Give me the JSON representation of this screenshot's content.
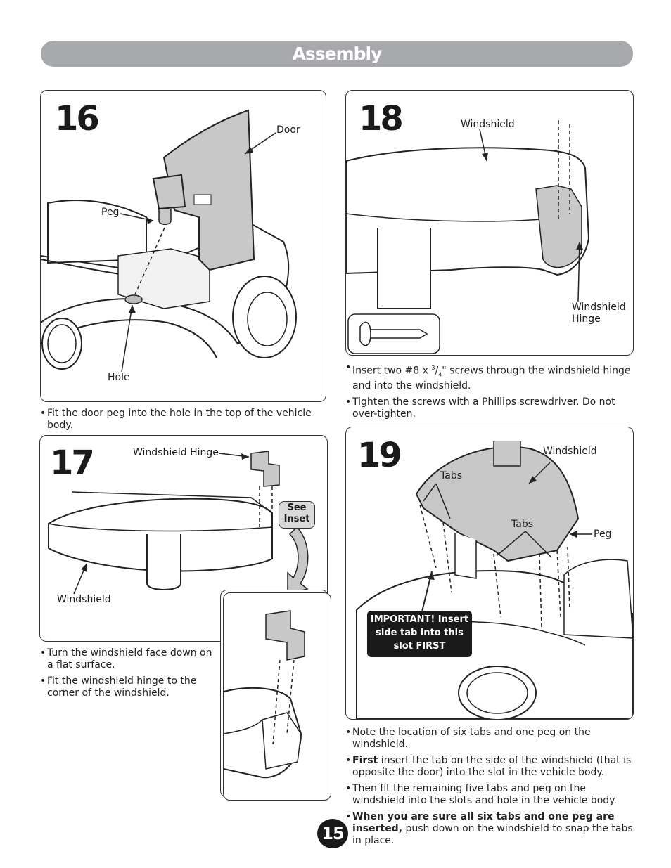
{
  "header": {
    "title": "Assembly"
  },
  "steps": {
    "s16": {
      "number": "16",
      "labels": {
        "door": "Door",
        "peg": "Peg",
        "hole": "Hole"
      },
      "bullets": [
        "Fit the door peg into the hole in the top of the vehicle body."
      ]
    },
    "s17": {
      "number": "17",
      "labels": {
        "hinge": "Windshield Hinge",
        "windshield": "Windshield",
        "see_inset": "See Inset"
      },
      "bullets": [
        "Turn the windshield face down on a flat surface.",
        "Fit the windshield hinge to the corner of the windshield."
      ]
    },
    "s18": {
      "number": "18",
      "labels": {
        "windshield": "Windshield",
        "hinge": "Windshield Hinge"
      },
      "bullet1_pre": "Insert two #8 x ",
      "bullet1_frac_num": "3",
      "bullet1_frac_den": "4",
      "bullet1_post": "\" screws through the windshield hinge and into the windshield.",
      "bullet2": "Tighten the screws with a Phillips screwdriver. Do not over-tighten."
    },
    "s19": {
      "number": "19",
      "labels": {
        "windshield": "Windshield",
        "tabs1": "Tabs",
        "tabs2": "Tabs",
        "peg": "Peg"
      },
      "important": "IMPORTANT! Insert side tab into this slot FIRST",
      "bullet1": "Note the location of six tabs and one peg on the windshield.",
      "bullet2_bold": "First",
      "bullet2_rest": " insert the tab on the side of the windshield (that is opposite the door) into the slot in the vehicle body.",
      "bullet3": "Then fit the remaining five tabs and peg on the windshield into the slots and hole in the vehicle body.",
      "bullet4_bold": "When you are sure all six tabs and one peg are inserted,",
      "bullet4_rest": " push down on the windshield to snap the tabs in place."
    }
  },
  "page_number": "15",
  "colors": {
    "header_bg": "#a7a9ac",
    "part_gray": "#c8c8c8",
    "ink": "#1a1a1a"
  }
}
